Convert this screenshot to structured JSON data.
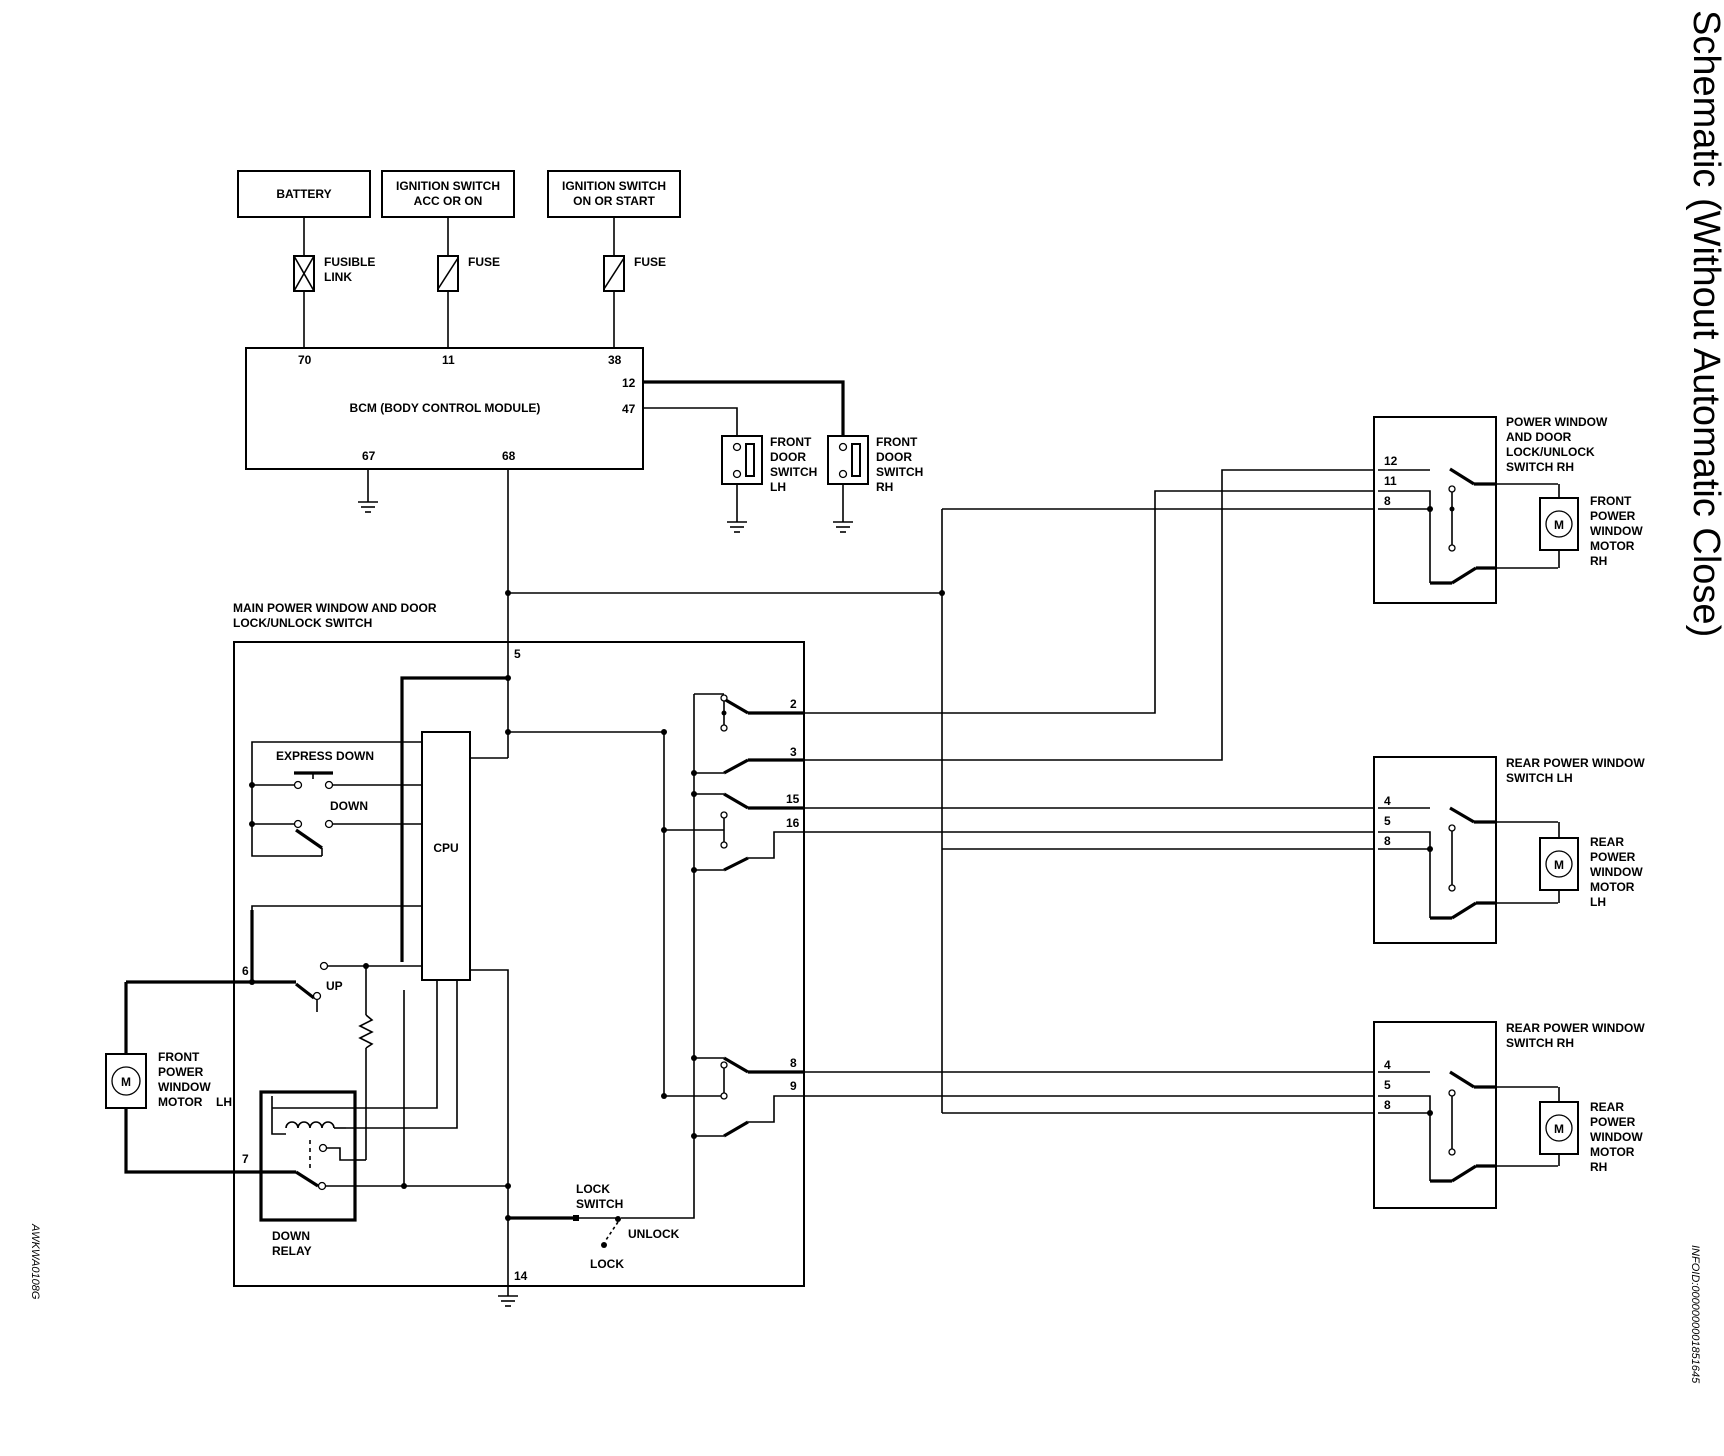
{
  "title": "Schematic (Without Automatic Close)",
  "doc_id": "INFOID:0000000001851645",
  "figure_code": "AWKWA0108G",
  "power": {
    "battery": "BATTERY",
    "ign1_l1": "IGNITION SWITCH",
    "ign1_l2": "ACC OR ON",
    "ign2_l1": "IGNITION SWITCH",
    "ign2_l2": "ON OR START",
    "fusible_l1": "FUSIBLE",
    "fusible_l2": "LINK",
    "fuse": "FUSE"
  },
  "bcm": {
    "name": "BCM (BODY CONTROL MODULE)",
    "pin70": "70",
    "pin11": "11",
    "pin38": "38",
    "pin12": "12",
    "pin47": "47",
    "pin67": "67",
    "pin68": "68"
  },
  "door_switches": {
    "l1": "FRONT",
    "l2": "DOOR",
    "l3": "SWITCH",
    "lh": "LH",
    "rh": "RH"
  },
  "main_switch": {
    "title_l1": "MAIN POWER WINDOW AND DOOR",
    "title_l2": "LOCK/UNLOCK SWITCH",
    "express_down": "EXPRESS DOWN",
    "down": "DOWN",
    "cpu": "CPU",
    "up": "UP",
    "down_relay_l1": "DOWN",
    "down_relay_l2": "RELAY",
    "lock_switch_l1": "LOCK",
    "lock_switch_l2": "SWITCH",
    "unlock": "UNLOCK",
    "lock": "LOCK",
    "pin5": "5",
    "pin2": "2",
    "pin3": "3",
    "pin15": "15",
    "pin16": "16",
    "pin6": "6",
    "pin7": "7",
    "pin8": "8",
    "pin9": "9",
    "pin14": "14"
  },
  "motor_symbol": "M",
  "motor": {
    "front": "FRONT",
    "rear": "REAR",
    "power": "POWER",
    "window": "WINDOW",
    "motor": "MOTOR",
    "lh": "LH",
    "rh": "RH"
  },
  "pw_rh": {
    "l1": "POWER WINDOW",
    "l2": "AND DOOR",
    "l3": "LOCK/UNLOCK",
    "l4": "SWITCH RH",
    "pin12": "12",
    "pin11": "11",
    "pin8": "8"
  },
  "rear_lh": {
    "l1": "REAR POWER WINDOW",
    "l2": "SWITCH LH",
    "pin4": "4",
    "pin5": "5",
    "pin8": "8"
  },
  "rear_rh": {
    "l1": "REAR POWER WINDOW",
    "l2": "SWITCH RH",
    "pin4": "4",
    "pin5": "5",
    "pin8": "8"
  }
}
